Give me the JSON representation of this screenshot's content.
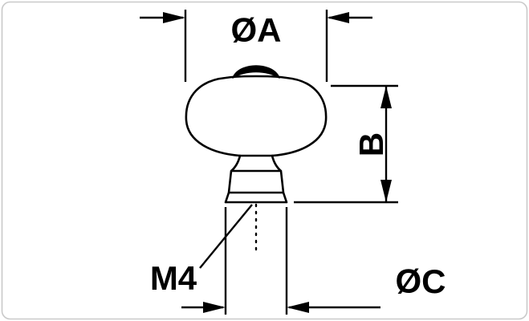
{
  "drawing": {
    "labels": {
      "diameter_a": "ØA",
      "height_b": "B",
      "thread_size": "M4",
      "diameter_c": "ØC"
    },
    "colors": {
      "line": "#000000",
      "background": "#ffffff",
      "border": "#c9c9c9",
      "cap_fill": "#000000"
    }
  }
}
